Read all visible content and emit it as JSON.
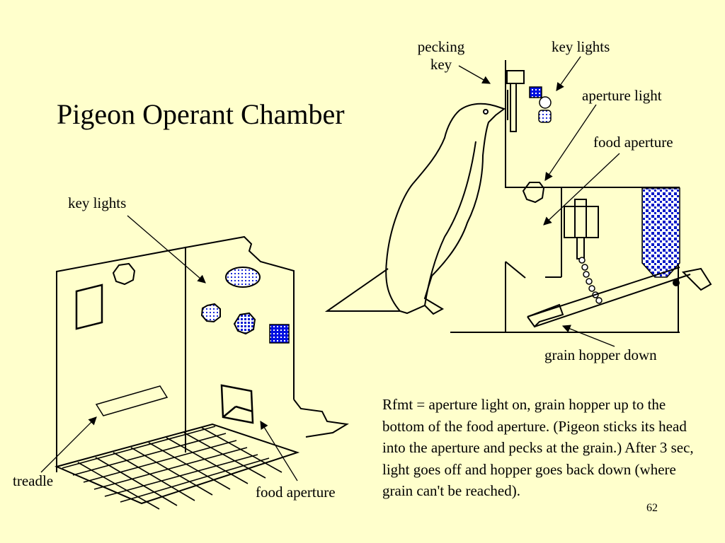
{
  "slide": {
    "title": "Pigeon Operant Chamber",
    "page_number": "62",
    "description": "Rfmt = aperture light on, grain hopper up to the bottom of the food aperture. (Pigeon sticks its head into the aperture and pecks at the grain.) After 3 sec, light goes off and hopper goes back down (where grain can't be reached)."
  },
  "labels": {
    "pecking_key_line1": "pecking",
    "pecking_key_line2": "key",
    "key_lights_right": "key lights",
    "aperture_light": "aperture light",
    "food_aperture_right": "food aperture",
    "grain_hopper_down": "grain hopper down",
    "key_lights_left": "key lights",
    "treadle": "treadle",
    "food_aperture_left": "food aperture"
  },
  "colors": {
    "background": "#ffffcc",
    "key_blue": "#0000ee",
    "key_light_blue": "#aab4ff",
    "line": "#000000"
  }
}
